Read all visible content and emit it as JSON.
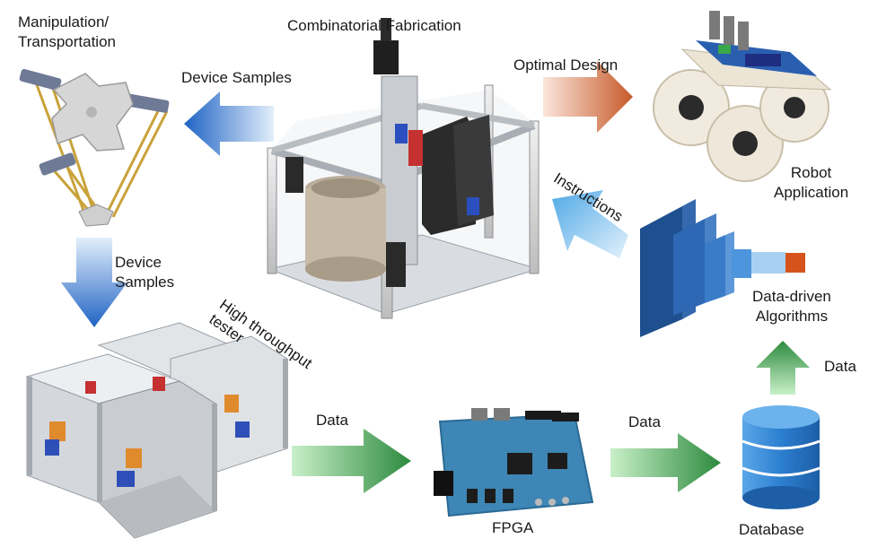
{
  "labels": {
    "manipulation_line1": "Manipulation/",
    "manipulation_line2": "Transportation",
    "combinatorial_fabrication": "Combinatorial Fabrication",
    "device_samples_top": "Device Samples",
    "device_samples_left_line1": "Device",
    "device_samples_left_line2": "Samples",
    "optimal_design": "Optimal Design",
    "robot_application_line1": "Robot",
    "robot_application_line2": "Application",
    "instructions": "Instructions",
    "data_driven_line1": "Data-driven",
    "data_driven_line2": "Algorithms",
    "high_throughput_line1": "High throughput",
    "high_throughput_line2": "tester",
    "data_left": "Data",
    "data_middle": "Data",
    "data_up": "Data",
    "fpga": "FPGA",
    "database": "Database"
  },
  "colors": {
    "arrow_blue_dark": "#1f63c4",
    "arrow_blue_light": "#dcecfa",
    "arrow_cyan": "#4fa8e6",
    "arrow_orange": "#c65a2a",
    "arrow_green": "#2d8a3e",
    "arrow_green_light": "#c9f0c9",
    "database_blue": "#2c7fd0",
    "nn_blue": "#2b5fa8",
    "nn_orange": "#d6541c",
    "fpga_board": "#3d86b5"
  }
}
